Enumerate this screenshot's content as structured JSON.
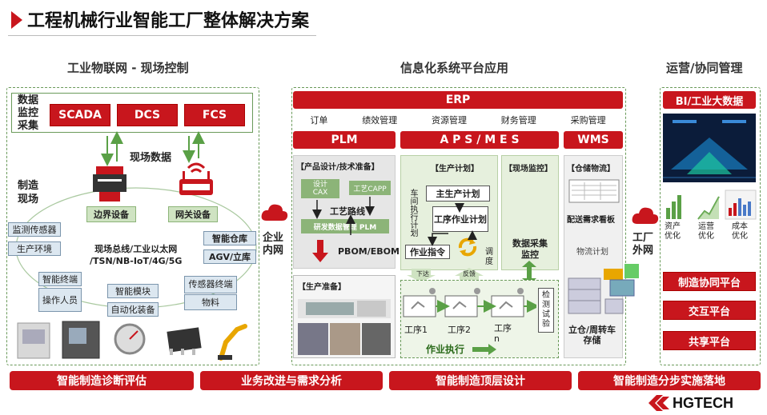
{
  "title": "工程机械行业智能工厂整体解决方案",
  "sections": {
    "left": "工业物联网 - 现场控制",
    "middle": "信息化系统平台应用",
    "right": "运营/协同管理"
  },
  "left": {
    "data_label": "数据\n监控\n采集",
    "systems": [
      "SCADA",
      "DCS",
      "FCS"
    ],
    "field_data": "现场数据",
    "edge_device": "边界设备",
    "gateway_device": "网关设备",
    "manufacturing_site": "制造\n现场",
    "sensors_monitor": "监测传感器",
    "production_env": "生产环境",
    "bus_text": "现场总线/工业以太网\n/TSN/NB-IoT/4G/5G",
    "smart_warehouse": "智能仓库",
    "agv": "AGV/立库",
    "smart_terminal": "智能终端",
    "operator": "操作人员",
    "smart_module": "智能模块",
    "sensor_terminal": "传感器终端",
    "automation": "自动化装备",
    "material": "物料"
  },
  "clouds": {
    "intranet": "企业\n内网",
    "extranet": "工厂\n外网"
  },
  "middle": {
    "erp": "ERP",
    "erp_items": [
      "订单",
      "绩效管理",
      "资源管理",
      "财务管理",
      "采购管理"
    ],
    "plm": "PLM",
    "aps": "A P S / M E S",
    "wms": "WMS",
    "plm_box": {
      "title": "【产品设计/技术准备】",
      "cax": "设计\nCAX",
      "capp": "工艺CAPP",
      "route": "工艺路线",
      "plm_data": "研发数据管理 PLM",
      "pbom": "PBOM/EBOM"
    },
    "prep_title": "【生产准备】",
    "plan": {
      "title": "【生产计划】",
      "workshop": "车间执行计划",
      "master": "主生产计划",
      "process": "工序作业计划",
      "order": "作业指令",
      "dispatch": "调度",
      "issue": "下达",
      "feedback": "反馈"
    },
    "monitor": {
      "title": "【现场监控】",
      "collect": "数据采集监控"
    },
    "exec": {
      "step1": "工序1",
      "step2": "工序2",
      "stepn": "工序n",
      "inspect": "检测试验",
      "label": "作业执行"
    },
    "wms_box": {
      "title": "【仓储物流】",
      "board": "配送需求看板",
      "plan": "物流计划",
      "store": "立仓/周转车\n存储"
    }
  },
  "right": {
    "bi": "BI/工业大数据",
    "kpis": [
      "资产\n优化",
      "运营\n优化",
      "成本\n优化"
    ],
    "platforms": [
      "制造协同平台",
      "交互平台",
      "共享平台"
    ]
  },
  "bottom": [
    "智能制造诊断评估",
    "业务改进与需求分析",
    "智能制造顶层设计",
    "智能制造分步实施落地"
  ],
  "logo": "HGTECH"
}
